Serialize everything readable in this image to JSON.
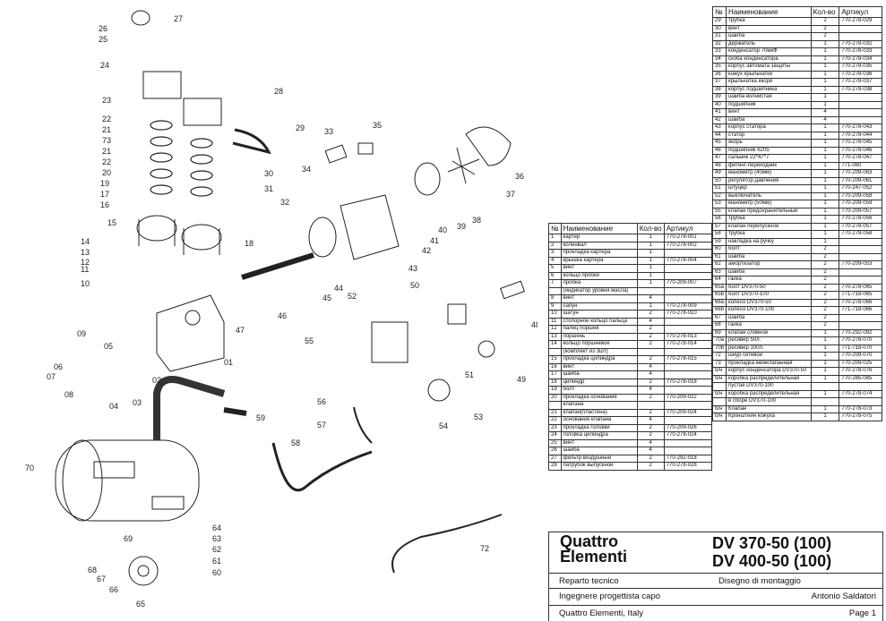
{
  "callouts": [
    "27",
    "26",
    "25",
    "24",
    "23",
    "22",
    "21",
    "73",
    "21",
    "22",
    "20",
    "19",
    "17",
    "16",
    "15",
    "14",
    "13",
    "12",
    "11",
    "10",
    "09",
    "05",
    "06",
    "07",
    "08",
    "03",
    "02",
    "01",
    "28",
    "29",
    "33",
    "34",
    "35",
    "36",
    "37",
    "38",
    "39",
    "40",
    "41",
    "42",
    "43",
    "44",
    "45",
    "46",
    "47",
    "48",
    "49",
    "50",
    "51",
    "52",
    "53",
    "54",
    "55",
    "56",
    "57",
    "58",
    "59",
    "60",
    "61",
    "62",
    "63",
    "64",
    "65",
    "66",
    "67",
    "68",
    "69",
    "70",
    "72",
    "18",
    "30",
    "31",
    "32",
    "04"
  ],
  "table_a": {
    "headers": {
      "no": "№",
      "name": "Наименование",
      "qty": "Кол-во",
      "art": "Артикул"
    },
    "rows": [
      [
        "1",
        "картер",
        "1",
        "770-278-001"
      ],
      [
        "2",
        "коленвал",
        "1",
        "770-278-002"
      ],
      [
        "3",
        "прокладка картера",
        "1",
        ""
      ],
      [
        "4",
        "крышка картера",
        "1",
        "770-278-004"
      ],
      [
        "5",
        "винт",
        "1",
        ""
      ],
      [
        "6",
        "кольцо пробки",
        "1",
        ""
      ],
      [
        "7",
        "пробка",
        "1",
        "770-209-007"
      ],
      [
        "",
        "(индикатор уровня масла)",
        "",
        ""
      ],
      [
        "8",
        "винт",
        "4",
        ""
      ],
      [
        "9",
        "сапун",
        "1",
        "770-278-009"
      ],
      [
        "10",
        "шатун",
        "2",
        "770-278-010"
      ],
      [
        "11",
        "стопорное кольцо пальца",
        "4",
        ""
      ],
      [
        "12",
        "палец поршня",
        "2",
        ""
      ],
      [
        "13",
        "поршень",
        "2",
        "770-278-013"
      ],
      [
        "14",
        "кольцо поршневое",
        "2",
        "770-278-014"
      ],
      [
        "",
        "(комплект из 3шт)",
        "",
        ""
      ],
      [
        "15",
        "прокладка цилиндра",
        "2",
        "770-278-015"
      ],
      [
        "16",
        "винт",
        "4",
        ""
      ],
      [
        "17",
        "шайба",
        "4",
        ""
      ],
      [
        "18",
        "цилиндр",
        "2",
        "770-278-018"
      ],
      [
        "19",
        "болт",
        "4",
        ""
      ],
      [
        "20",
        "прокладка основания",
        "2",
        "770-209-022"
      ],
      [
        "",
        "клапана",
        "",
        ""
      ],
      [
        "21",
        "клапан(пластина)",
        "2",
        "770-209-024"
      ],
      [
        "22",
        "основания клапана",
        "4",
        ""
      ],
      [
        "23",
        "прокладка головки",
        "2",
        "770-209-026"
      ],
      [
        "24",
        "головка цилиндра",
        "2",
        "770-278-024"
      ],
      [
        "25",
        "винт",
        "4",
        ""
      ],
      [
        "26",
        "шайба",
        "4",
        ""
      ],
      [
        "27",
        "фильтр воздушный",
        "2",
        "770-292-018"
      ],
      [
        "28",
        "патрубок выпускной",
        "2",
        "770-278-028"
      ]
    ]
  },
  "table_b": {
    "headers": {
      "no": "№",
      "name": "Наименование",
      "qty": "Кол-во",
      "art": "Артикул"
    },
    "rows": [
      [
        "29",
        "трубка",
        "2",
        "770-278-029"
      ],
      [
        "30",
        "винт",
        "2",
        ""
      ],
      [
        "31",
        "шайба",
        "2",
        ""
      ],
      [
        "32",
        "держатель",
        "1",
        "770-278-032"
      ],
      [
        "33",
        "конденсатор 70мкФ",
        "1",
        "770-278-033"
      ],
      [
        "34",
        "скоба  конденсатора",
        "1",
        "770-278-034"
      ],
      [
        "35",
        "корпус автомата защиты",
        "1",
        "770-278-035"
      ],
      [
        "36",
        "кожух крыльчатки",
        "1",
        "770-278-036"
      ],
      [
        "37",
        "крыльчатка якоря",
        "1",
        "770-278-037"
      ],
      [
        "38",
        "корпус подшипника",
        "1",
        "770-278-038"
      ],
      [
        "39",
        "шайба волнистая",
        "1",
        ""
      ],
      [
        "40",
        "подшипник",
        "1",
        ""
      ],
      [
        "41",
        "винт",
        "4",
        ""
      ],
      [
        "42",
        "шайба",
        "4",
        ""
      ],
      [
        "43",
        "корпус статора",
        "1",
        "770-278-043"
      ],
      [
        "44",
        "статор",
        "1",
        "770-278-044"
      ],
      [
        "45",
        "якорь",
        "1",
        "770-278-045"
      ],
      [
        "46",
        "подшипник 6205",
        "1",
        "770-278-046"
      ],
      [
        "47",
        "сальник 22*47*7",
        "1",
        "770-278-047"
      ],
      [
        "48",
        "фитинг-переходник",
        "1",
        "771-060"
      ],
      [
        "49",
        "манометр (40мм)",
        "1",
        "770-209-063"
      ],
      [
        "50",
        "регулятор давления",
        "1",
        "770-209-061"
      ],
      [
        "51",
        "штуцер",
        "1",
        "770-247-052"
      ],
      [
        "52",
        "выключатель",
        "1",
        "770-209-058"
      ],
      [
        "53",
        "манометр (50мм)",
        "1",
        "770-209-059"
      ],
      [
        "55",
        "клапан предохранительный",
        "1",
        "770-209-057"
      ],
      [
        "56",
        "трубка",
        "1",
        "770-278-056"
      ],
      [
        "57",
        "клапан перепускной",
        "1",
        "770-278-057"
      ],
      [
        "58",
        "трубка",
        "1",
        "770-278-058"
      ],
      [
        "59",
        "накладка на ручку",
        "1",
        ""
      ],
      [
        "60",
        "болт",
        "2",
        ""
      ],
      [
        "61",
        "шайба",
        "2",
        ""
      ],
      [
        "62",
        "амортизатор",
        "2",
        "770-209-053"
      ],
      [
        "63",
        "шайба",
        "2",
        ""
      ],
      [
        "64",
        "гайка",
        "2",
        ""
      ],
      [
        "65а",
        "болт DV370-50",
        "2",
        "770-278-065"
      ],
      [
        "65b",
        "болт DV370-100",
        "2",
        "771-718-065"
      ],
      [
        "66a",
        "колесо DV370-50",
        "2",
        "770-278-066"
      ],
      [
        "66b",
        "колесо DV370-100",
        "2",
        "771-718-066"
      ],
      [
        "67",
        "шайба",
        "2",
        ""
      ],
      [
        "68",
        "гайка",
        "2",
        ""
      ],
      [
        "69",
        "клапан сливной",
        "1",
        "770-292-092"
      ],
      [
        "70а",
        "ресивер 50л.",
        "1",
        "770-278-070"
      ],
      [
        "70b",
        "ресивер 100л.",
        "1",
        "771-718-070"
      ],
      [
        "72",
        "шнур сетевой",
        "1",
        "770-209-070"
      ],
      [
        "73",
        "прокладка межклапанная",
        "1",
        "770-209-025"
      ],
      [
        "б/н",
        "корпус конденсатора DV370-50",
        "1",
        "770-278-076"
      ],
      [
        "б/н",
        "коробка распределительная",
        "1",
        "770-285-085"
      ],
      [
        "",
        "пустая DV370-100",
        "",
        ""
      ],
      [
        "б/н",
        "коробка распределительная",
        "1",
        "770-278-074"
      ],
      [
        "",
        "в сборе DV370-100",
        "",
        ""
      ],
      [
        "б/н",
        "Клапан",
        "1",
        "770-278-073"
      ],
      [
        "б/н",
        "Кронштейн кожуха",
        "1",
        "770-278-075"
      ]
    ]
  },
  "title_block": {
    "logo_line1": "Quattro",
    "logo_line2": "Elementi",
    "model1": "DV 370-50 (100)",
    "model2": "DV 400-50 (100)",
    "dept": "Reparto tecnico",
    "doc_type": "Disegno di montaggio",
    "role": "Ingegnere progettista capo",
    "engineer": "Antonio Saldatori",
    "company": "Quattro Elementi, Italy",
    "page": "Page 1"
  }
}
